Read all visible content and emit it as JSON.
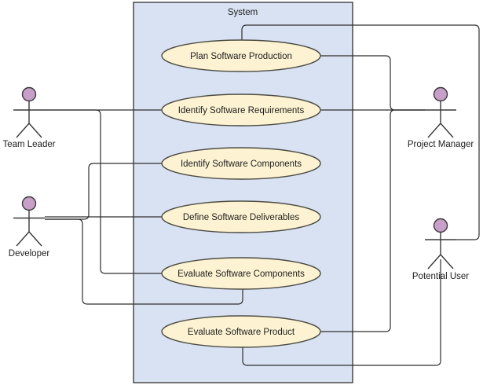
{
  "diagram": {
    "system_label": "System",
    "colors": {
      "system_fill": "#d9e2f3",
      "system_border": "#3d3d3d",
      "usecase_fill": "#fdf3d2",
      "usecase_border": "#4c4c44",
      "actor_head_fill": "#c89fc8",
      "actor_stroke": "#383838",
      "edge_stroke": "#2e2e2e",
      "text_color": "#202020"
    },
    "use_cases": [
      {
        "label": "Plan Software Production"
      },
      {
        "label": "Identify Software Requirements"
      },
      {
        "label": "Identify Software Components"
      },
      {
        "label": "Define Software Deliverables"
      },
      {
        "label": "Evaluate Software Components"
      },
      {
        "label": "Evaluate Software Product"
      }
    ],
    "actors": [
      {
        "name": "Team Leader"
      },
      {
        "name": "Developer"
      },
      {
        "name": "Project Manager"
      },
      {
        "name": "Potential User"
      }
    ],
    "associations": [
      {
        "actor": "Team Leader",
        "use_case": "Identify Software Requirements"
      },
      {
        "actor": "Team Leader",
        "use_case": "Evaluate Software Components"
      },
      {
        "actor": "Developer",
        "use_case": "Identify Software Components"
      },
      {
        "actor": "Developer",
        "use_case": "Define Software Deliverables"
      },
      {
        "actor": "Developer",
        "use_case": "Evaluate Software Components"
      },
      {
        "actor": "Project Manager",
        "use_case": "Plan Software Production"
      },
      {
        "actor": "Project Manager",
        "use_case": "Identify Software Requirements"
      },
      {
        "actor": "Project Manager",
        "use_case": "Evaluate Software Product"
      },
      {
        "actor": "Potential User",
        "use_case": "Plan Software Production"
      },
      {
        "actor": "Potential User",
        "use_case": "Evaluate Software Product"
      }
    ]
  }
}
